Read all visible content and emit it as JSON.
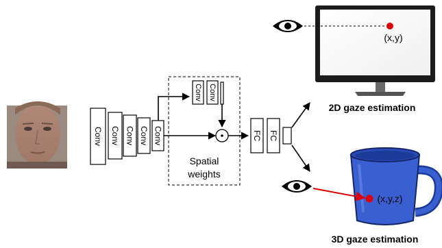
{
  "network": {
    "conv_layers": [
      "Conv",
      "Conv",
      "Conv",
      "Conv",
      "Conv"
    ],
    "spatial_branch": [
      "Conv",
      "Conv"
    ],
    "fc_layers": [
      "FC",
      "FC"
    ],
    "spatial_weights_label": "Spatial weights",
    "spatial_weights_line1": "Spatial",
    "spatial_weights_line2": "weights",
    "multiply_symbol": "·"
  },
  "outputs": {
    "gaze_2d_label": "2D gaze estimation",
    "gaze_2d_coord": "(x,y)",
    "gaze_3d_label": "3D gaze estimation",
    "gaze_3d_coord": "(x,y,z)"
  },
  "colors": {
    "gaze_point": "#e00000",
    "gaze_ray_3d": "#e00000",
    "mug_blue": "#3a5fd0",
    "monitor_frame": "#222222",
    "stroke": "#000000"
  },
  "icons": {
    "face": "face-photo",
    "eye_top": "eye-icon",
    "eye_bottom": "eye-icon",
    "monitor": "monitor-icon",
    "mug": "mug-icon"
  }
}
